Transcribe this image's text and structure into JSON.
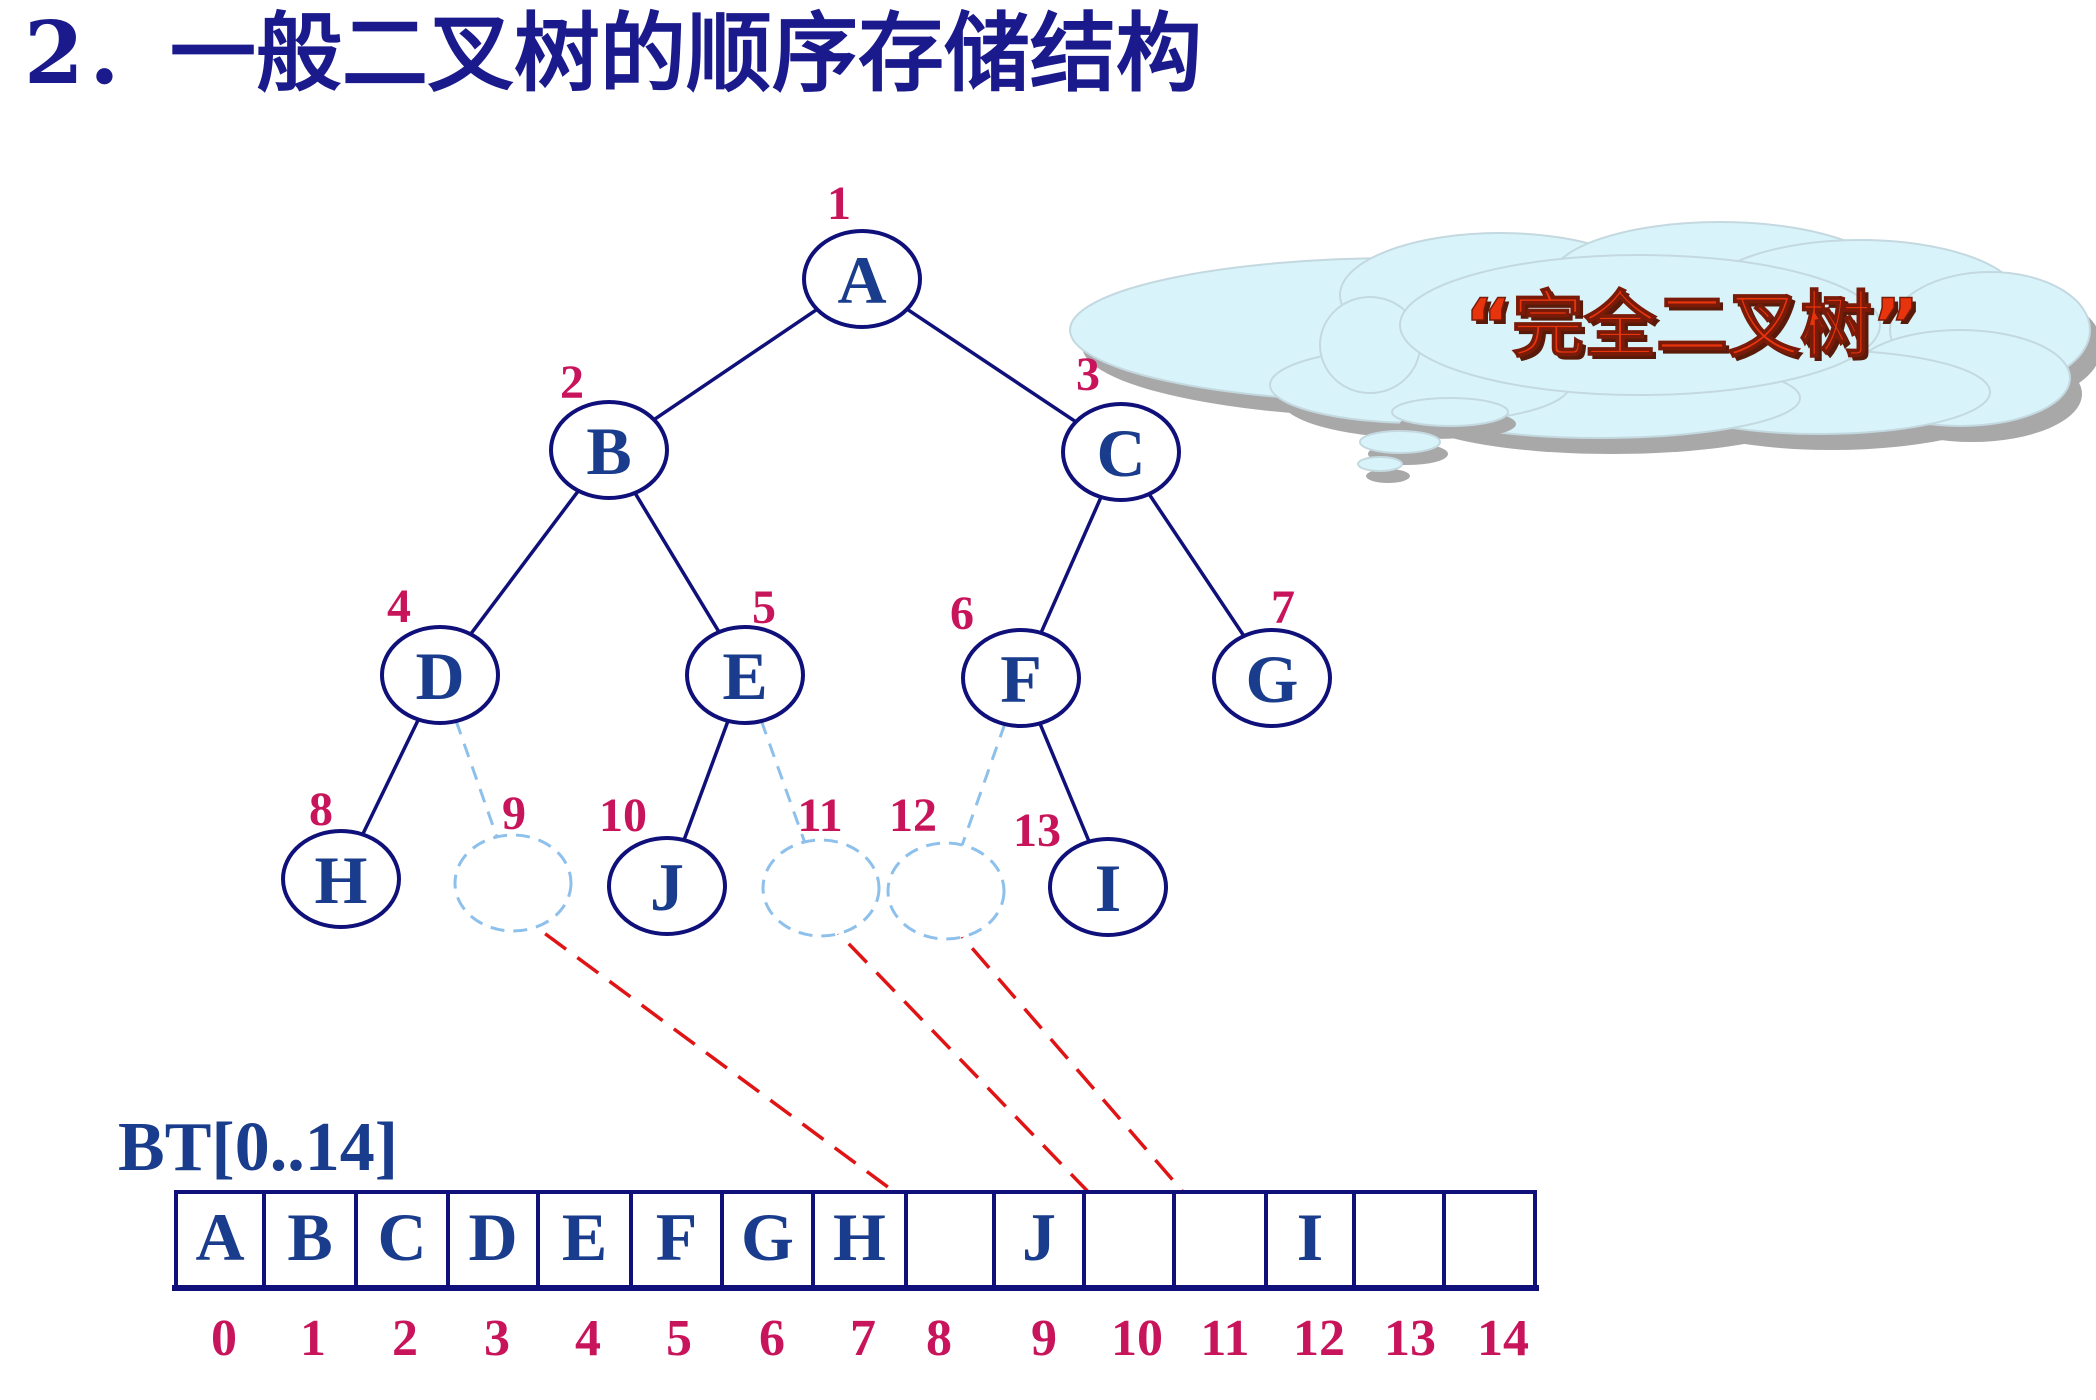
{
  "title": "2．一般二叉树的顺序存储结构",
  "cloud_text": "“完全二叉树”",
  "array_label": "BT[0..14]",
  "tree": {
    "nodes": [
      {
        "num": "1",
        "label": "A",
        "virtual": false
      },
      {
        "num": "2",
        "label": "B",
        "virtual": false
      },
      {
        "num": "3",
        "label": "C",
        "virtual": false
      },
      {
        "num": "4",
        "label": "D",
        "virtual": false
      },
      {
        "num": "5",
        "label": "E",
        "virtual": false
      },
      {
        "num": "6",
        "label": "F",
        "virtual": false
      },
      {
        "num": "7",
        "label": "G",
        "virtual": false
      },
      {
        "num": "8",
        "label": "H",
        "virtual": false
      },
      {
        "num": "9",
        "label": "",
        "virtual": true
      },
      {
        "num": "10",
        "label": "J",
        "virtual": false
      },
      {
        "num": "11",
        "label": "",
        "virtual": true
      },
      {
        "num": "12",
        "label": "",
        "virtual": true
      },
      {
        "num": "13",
        "label": "I",
        "virtual": false
      }
    ]
  },
  "array": {
    "cells": [
      "A",
      "B",
      "C",
      "D",
      "E",
      "F",
      "G",
      "H",
      "",
      "J",
      "",
      "",
      "I",
      "",
      ""
    ],
    "indices": [
      "0",
      "1",
      "2",
      "3",
      "4",
      "5",
      "6",
      "7",
      "8",
      "9",
      "10",
      "11",
      "12",
      "13",
      "14"
    ]
  },
  "colors": {
    "title": "#1a1a8c",
    "node_text": "#1a3c8c",
    "node_stroke": "#10107a",
    "number": "#c8145a",
    "virtual_stroke": "#8ec0ec",
    "pointer": "#e01414",
    "cloud_fill": "#d8f4fa",
    "cloud_shadow": "#a8a8a8",
    "cloud_text": "#e8340c"
  }
}
